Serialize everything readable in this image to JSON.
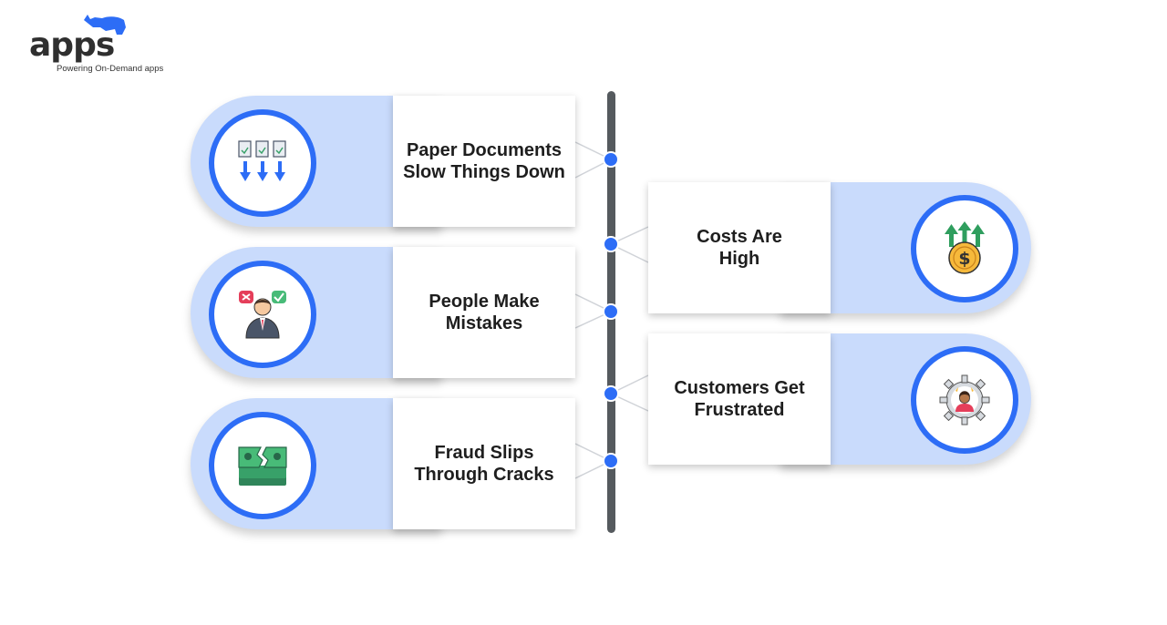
{
  "logo": {
    "wordmark": "apps",
    "tagline": "Powering On-Demand apps",
    "icon": "rhino-icon"
  },
  "colors": {
    "accent": "#2d6df6",
    "pill": "#c9dbfc",
    "spine": "#555a5e"
  },
  "left_items": [
    {
      "label": "Paper Documents\nSlow Things Down",
      "icon": "documents-download-icon"
    },
    {
      "label": "People Make\nMistakes",
      "icon": "person-decision-icon"
    },
    {
      "label": "Fraud Slips\nThrough Cracks",
      "icon": "torn-money-icon"
    }
  ],
  "right_items": [
    {
      "label": "Costs Are\nHigh",
      "icon": "dollar-coin-rising-icon"
    },
    {
      "label": "Customers Get\nFrustrated",
      "icon": "frustrated-customer-gear-icon"
    }
  ]
}
